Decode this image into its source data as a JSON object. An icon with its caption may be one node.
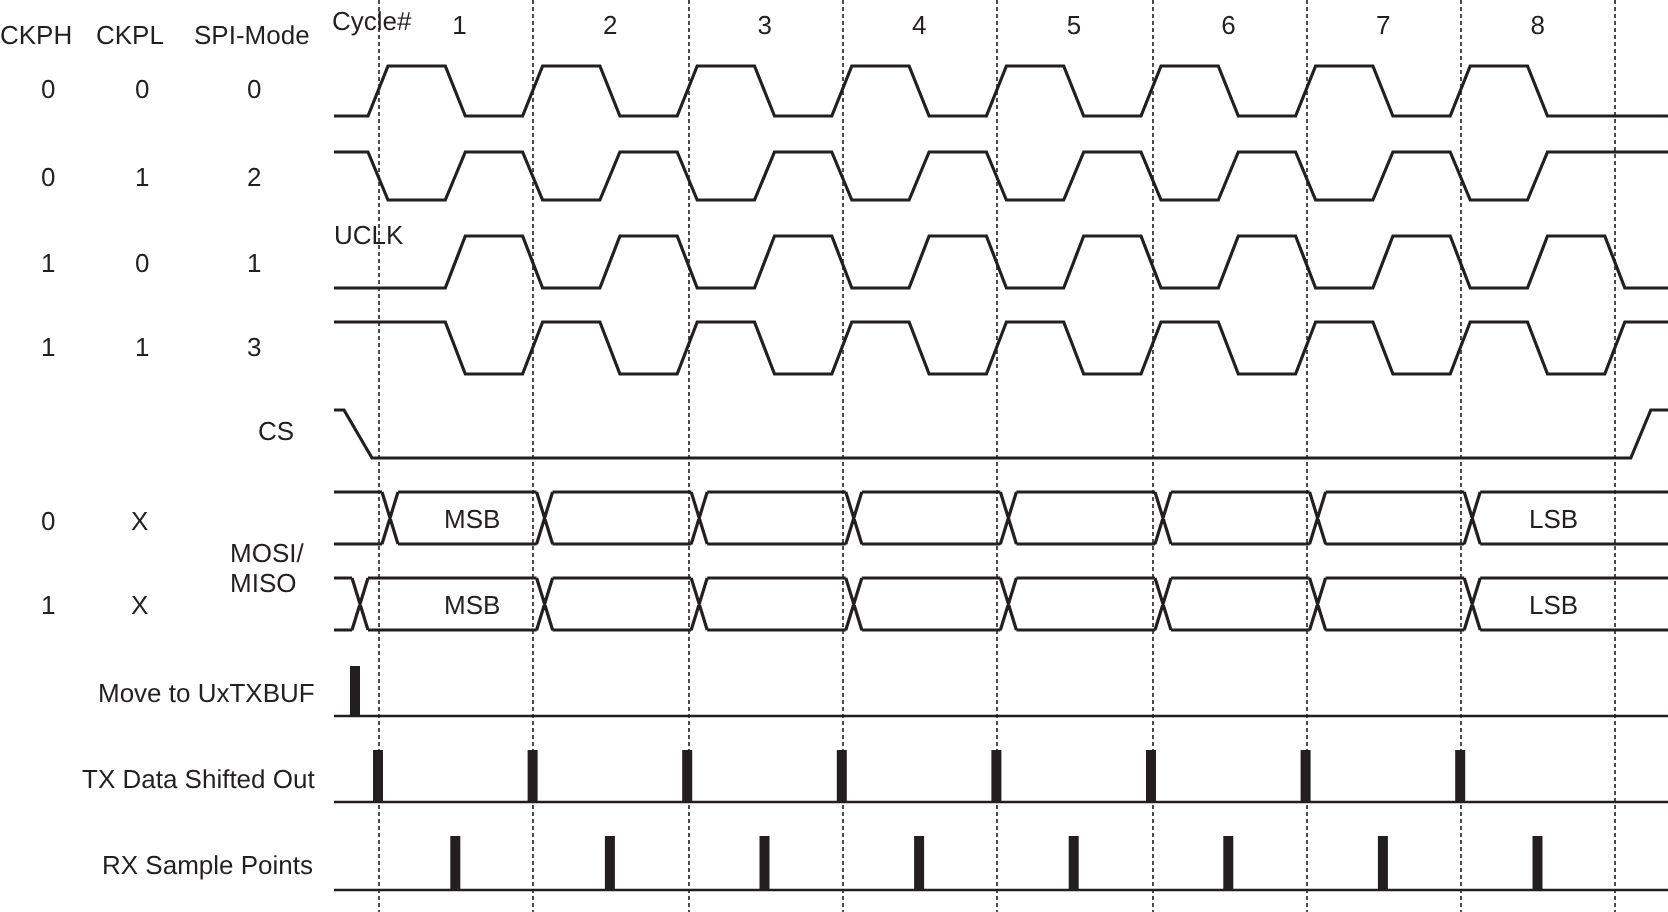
{
  "diagram": {
    "labels": [
      "CKPH",
      "CKPL",
      "SPI-Mode",
      "Cycle#",
      "1",
      "2",
      "3",
      "4",
      "5",
      "6",
      "7",
      "8",
      "0",
      "0",
      "0",
      "0",
      "1",
      "2",
      "UCLK",
      "1",
      "0",
      "1",
      "1",
      "1",
      "3",
      "CS",
      "0",
      "X",
      "MSB",
      "LSB",
      "MOSI/ MISO",
      "1",
      "X",
      "MSB",
      "LSB",
      "Move to UxTXBUF",
      "TX Data Shifted Out",
      "RX Sample Points"
    ]
  }
}
